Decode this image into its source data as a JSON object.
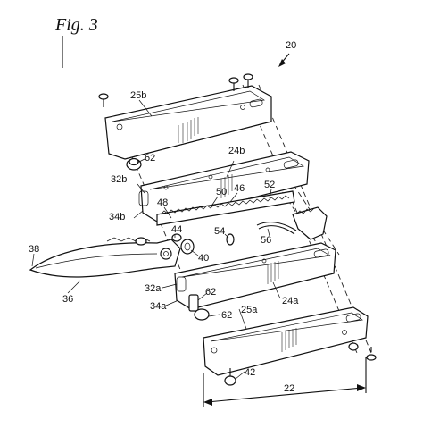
{
  "figure": {
    "title": "Fig. 3"
  },
  "labels": {
    "l20": "20",
    "l25b": "25b",
    "l62a": "62",
    "l24b": "24b",
    "l32b": "32b",
    "l46": "46",
    "l52": "52",
    "l50": "50",
    "l48": "48",
    "l34b": "34b",
    "l38": "38",
    "l44": "44",
    "l54": "54",
    "l56": "56",
    "l40": "40",
    "l36": "36",
    "l32a": "32a",
    "l62b": "62",
    "l24a": "24a",
    "l34a": "34a",
    "l62c": "62",
    "l25a": "25a",
    "l42": "42",
    "l22": "22"
  }
}
